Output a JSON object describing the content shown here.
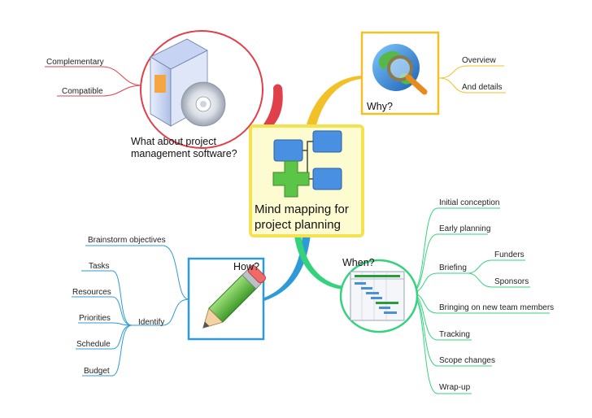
{
  "central": {
    "line1": "Mind mapping for",
    "line2": "project planning"
  },
  "software": {
    "line1": "What about project",
    "line2": "management software?",
    "children": [
      "Complementary",
      "Compatible"
    ]
  },
  "why": {
    "label": "Why?",
    "children": [
      "Overview",
      "And details"
    ]
  },
  "how": {
    "label": "How?",
    "brainstorm": "Brainstorm objectives",
    "identify": "Identify",
    "identify_children": [
      "Tasks",
      "Resources",
      "Priorities",
      "Schedule",
      "Budget"
    ]
  },
  "when": {
    "label": "When?",
    "children": [
      "Initial conception",
      "Early planning",
      "Briefing",
      "Bringing on new team members",
      "Tracking",
      "Scope changes",
      "Wrap-up"
    ],
    "briefing_children": [
      "Funders",
      "Sponsors"
    ]
  },
  "colors": {
    "software": "#e0404a",
    "why": "#f2c027",
    "how": "#2f9ad8",
    "when": "#35d27e",
    "central": "#f4e250",
    "central_fill": "#fdfbd0"
  }
}
